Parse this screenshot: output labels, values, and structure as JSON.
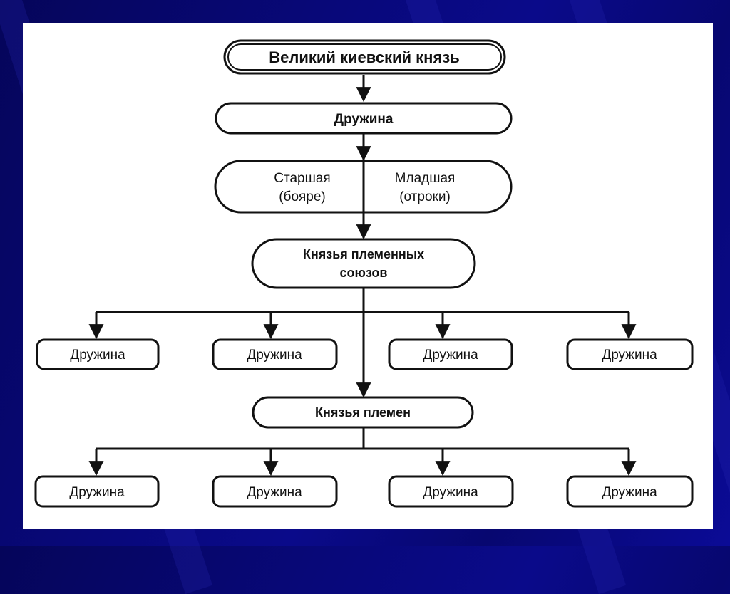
{
  "diagram": {
    "title": "Structure of power in Kievan Rus",
    "colors": {
      "background": "#07077a",
      "panel": "#ffffff",
      "ink": "#111111"
    },
    "nodes": {
      "grand_prince": "Великий киевский князь",
      "druzhina_main": "Дружина",
      "senior": {
        "line1": "Старшая",
        "line2": "(бояре)"
      },
      "junior": {
        "line1": "Младшая",
        "line2": "(отроки)"
      },
      "union_princes": {
        "line1": "Князья племенных",
        "line2": "союзов"
      },
      "union_druzhinas": [
        "Дружина",
        "Дружина",
        "Дружина",
        "Дружина"
      ],
      "tribe_princes": "Князья племен",
      "tribe_druzhinas": [
        "Дружина",
        "Дружина",
        "Дружина",
        "Дружина"
      ]
    },
    "edges": [
      [
        "grand_prince",
        "druzhina_main"
      ],
      [
        "druzhina_main",
        "senior_junior"
      ],
      [
        "senior_junior",
        "union_princes"
      ],
      [
        "union_princes",
        "union_druzhina_1"
      ],
      [
        "union_princes",
        "union_druzhina_2"
      ],
      [
        "union_princes",
        "union_druzhina_3"
      ],
      [
        "union_princes",
        "union_druzhina_4"
      ],
      [
        "union_princes",
        "tribe_princes"
      ],
      [
        "tribe_princes",
        "tribe_druzhina_1"
      ],
      [
        "tribe_princes",
        "tribe_druzhina_2"
      ],
      [
        "tribe_princes",
        "tribe_druzhina_3"
      ],
      [
        "tribe_princes",
        "tribe_druzhina_4"
      ]
    ]
  }
}
